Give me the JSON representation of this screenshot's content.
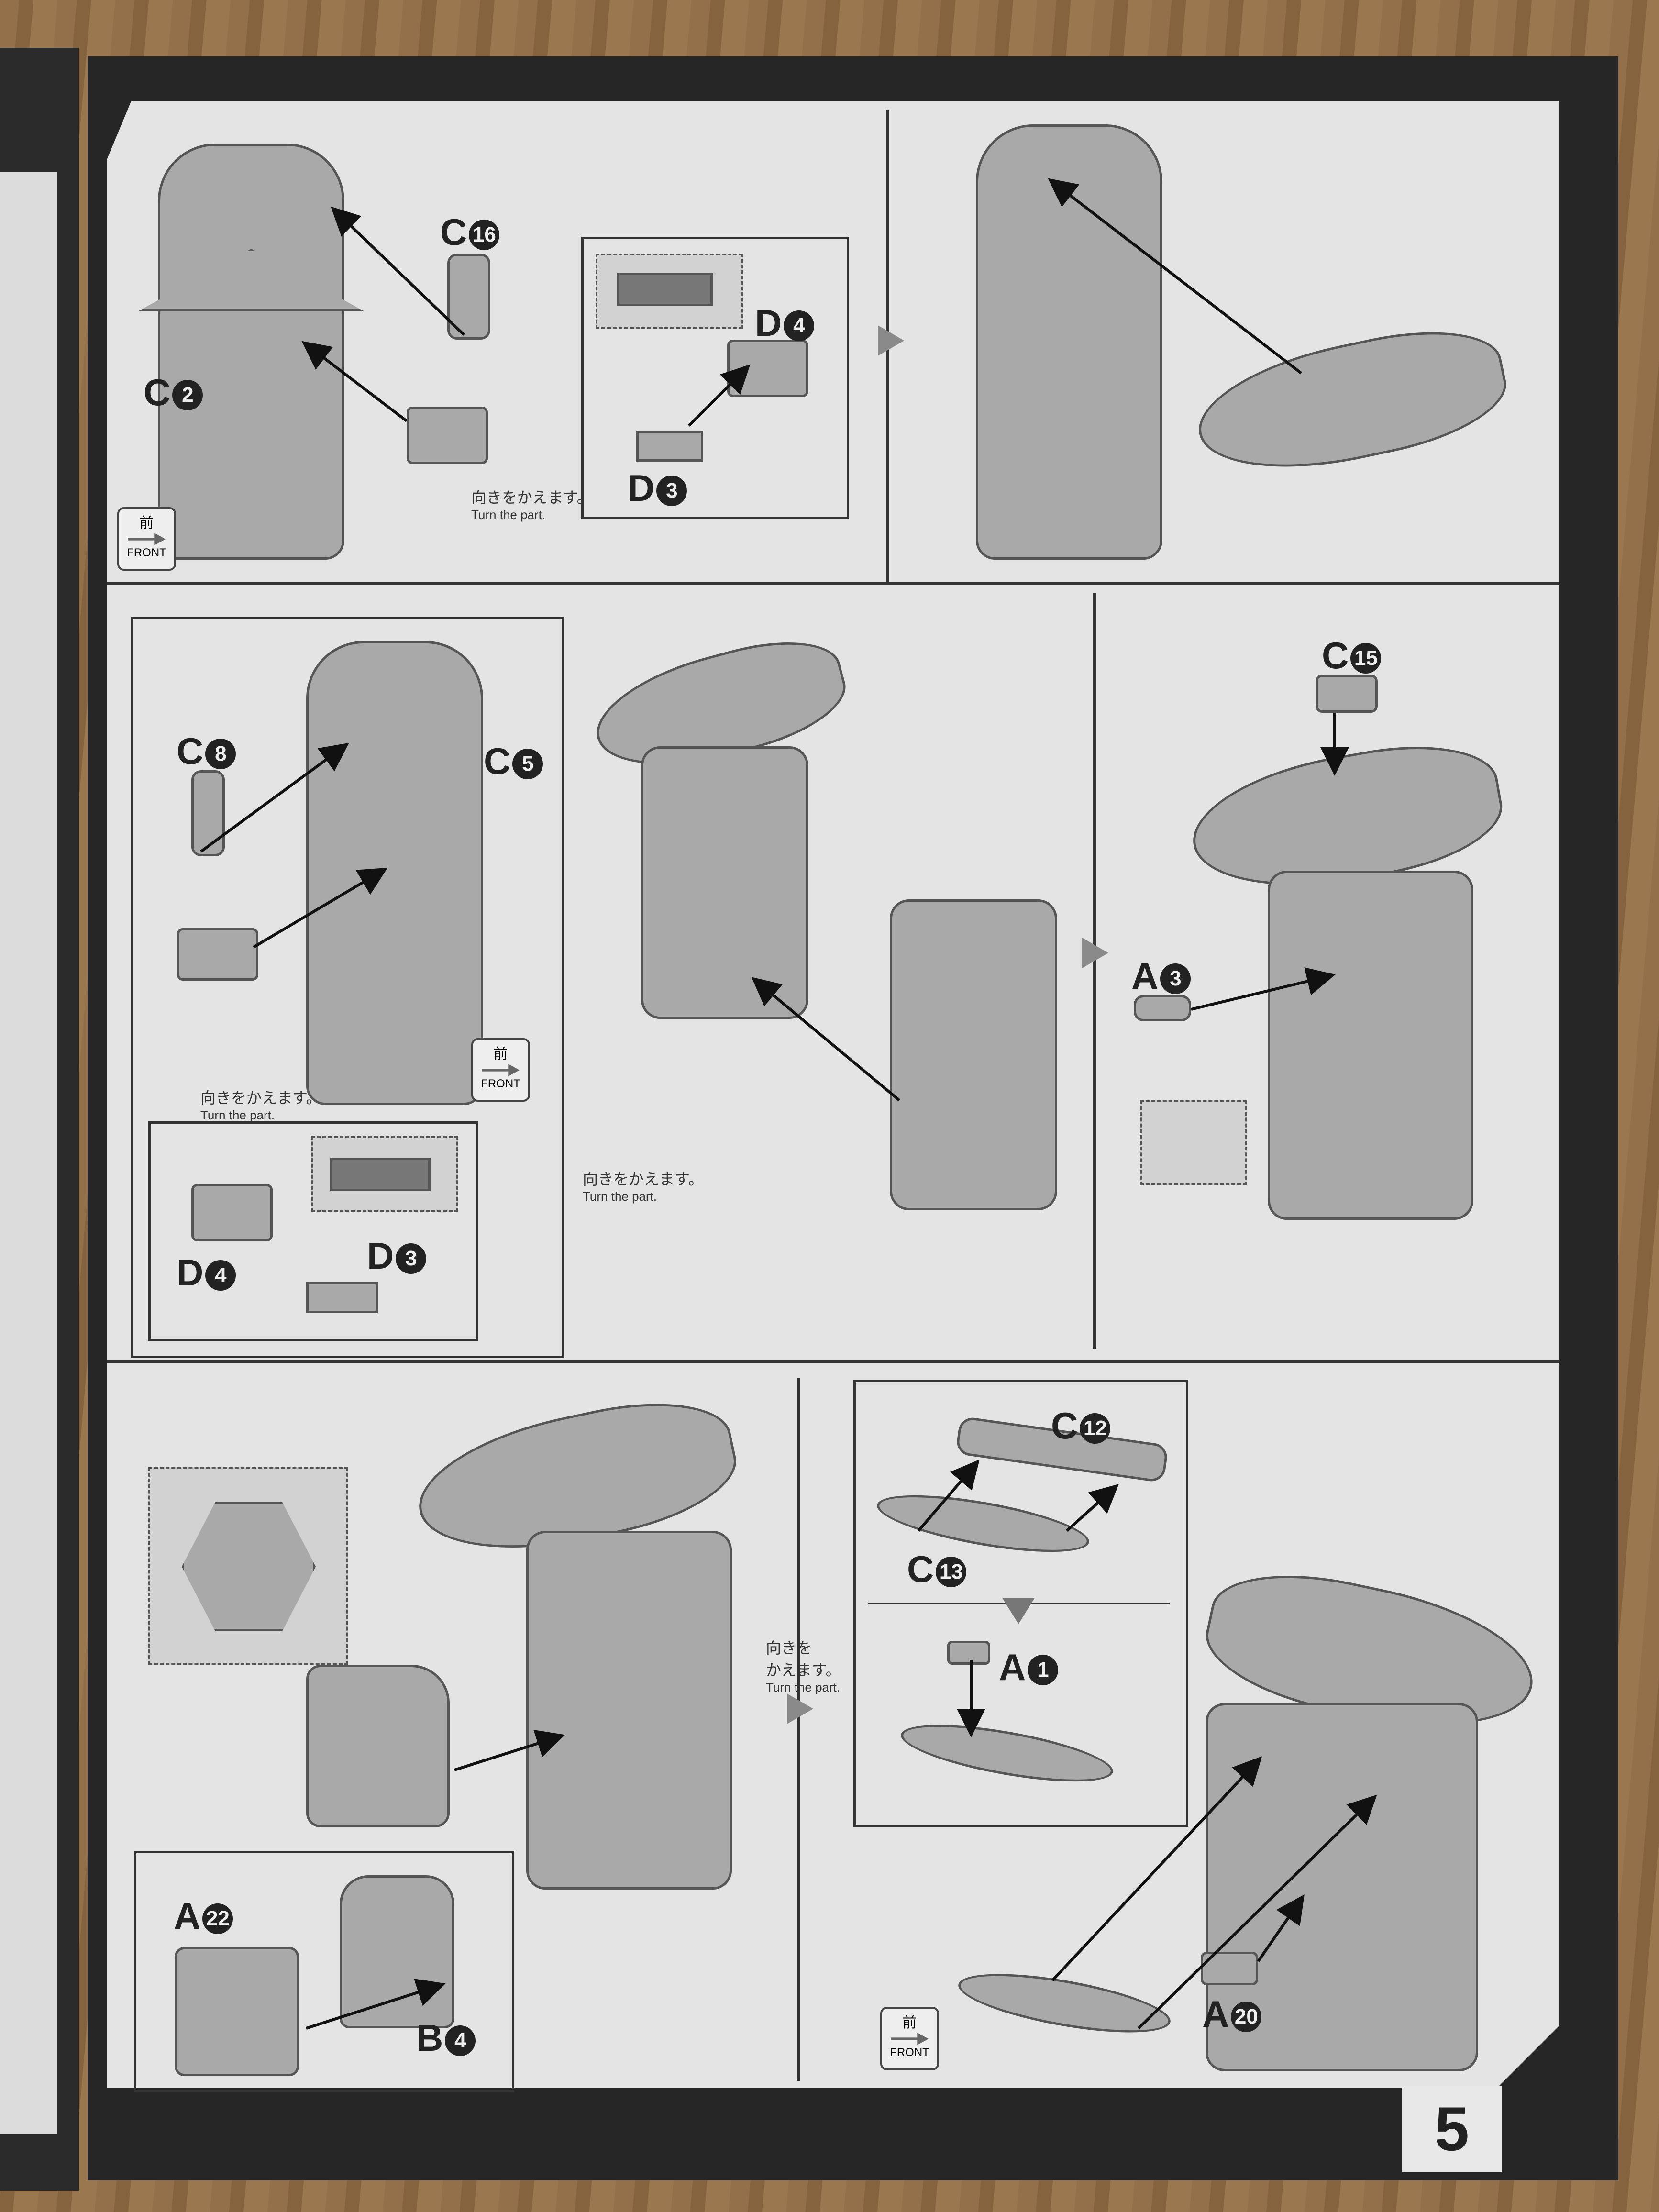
{
  "page_number": "5",
  "turn_note": {
    "jp": "向きをかえます。",
    "jp_line1": "向きを",
    "jp_line2": "かえます。",
    "en": "Turn the part."
  },
  "front_badge": {
    "jp": "前",
    "en": "FRONT"
  },
  "step1": {
    "labels": [
      {
        "letter": "C",
        "num": "16"
      },
      {
        "letter": "C",
        "num": "2"
      },
      {
        "letter": "D",
        "num": "4"
      },
      {
        "letter": "D",
        "num": "3"
      }
    ]
  },
  "step2": {
    "labels": [
      {
        "letter": "C",
        "num": "8"
      },
      {
        "letter": "C",
        "num": "5"
      },
      {
        "letter": "D",
        "num": "4"
      },
      {
        "letter": "D",
        "num": "3"
      },
      {
        "letter": "C",
        "num": "15"
      },
      {
        "letter": "A",
        "num": "3"
      }
    ]
  },
  "step3": {
    "labels": [
      {
        "letter": "A",
        "num": "22"
      },
      {
        "letter": "B",
        "num": "4"
      },
      {
        "letter": "C",
        "num": "12"
      },
      {
        "letter": "C",
        "num": "13"
      },
      {
        "letter": "A",
        "num": "1"
      },
      {
        "letter": "A",
        "num": "20"
      }
    ]
  }
}
